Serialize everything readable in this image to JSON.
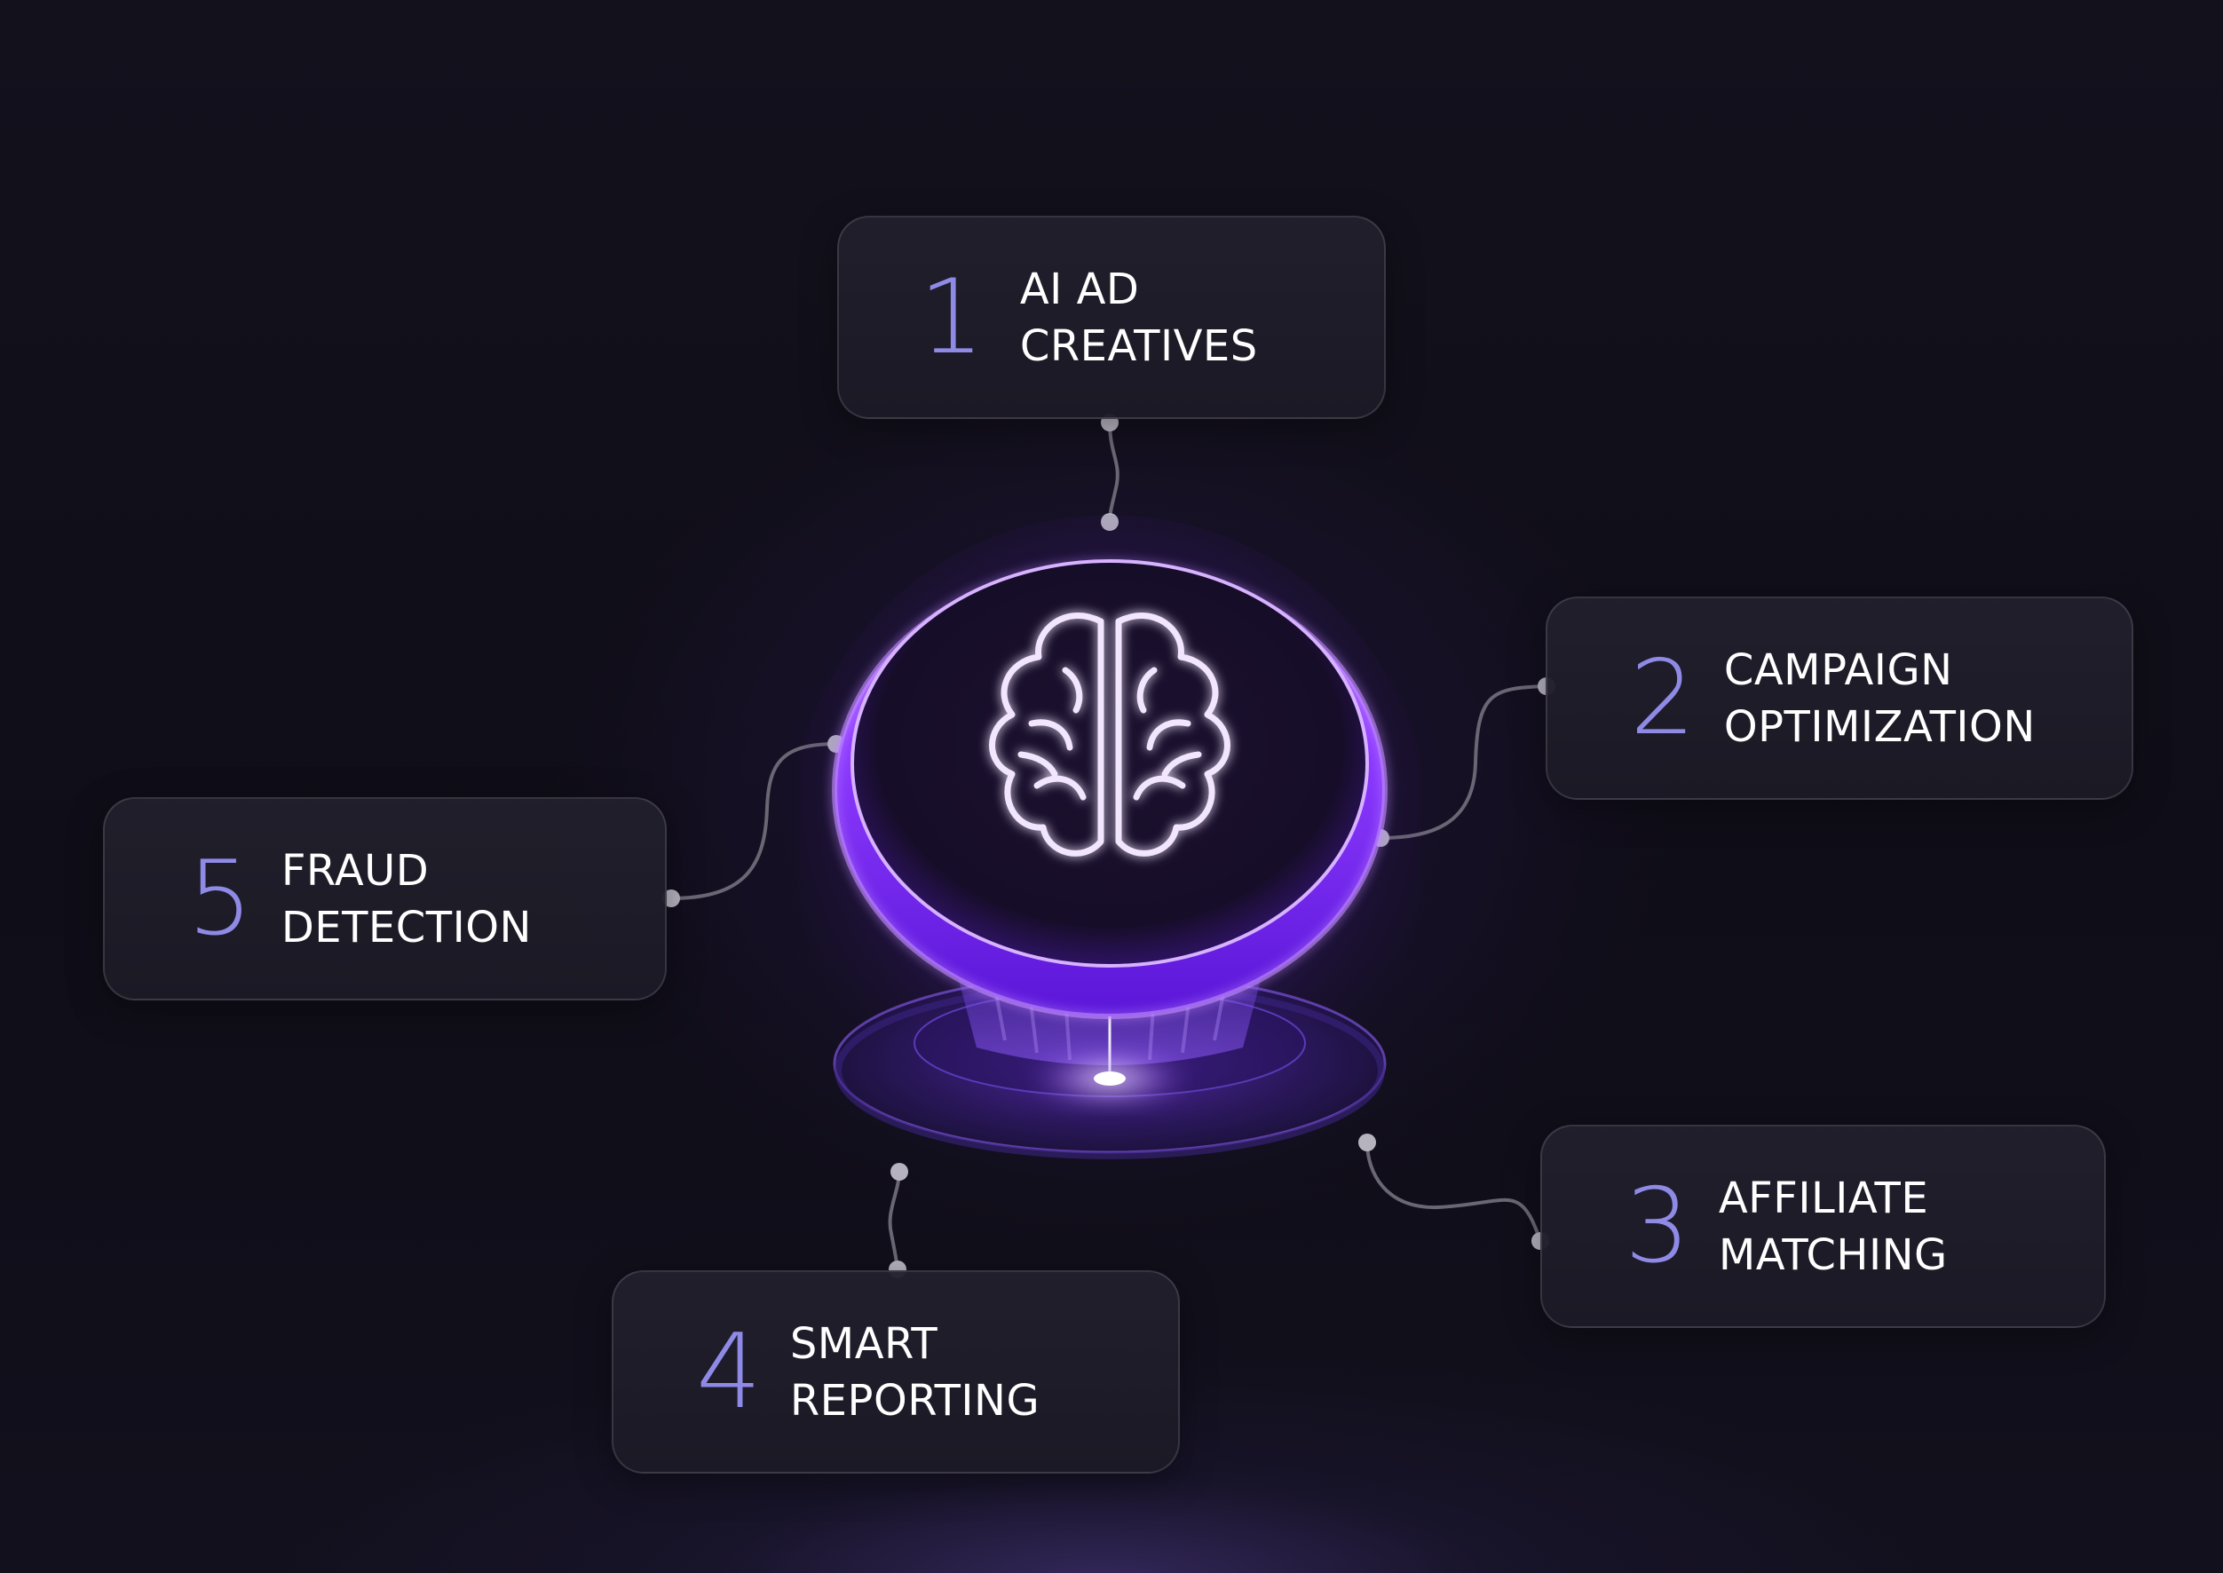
{
  "features": [
    {
      "number": "1",
      "label": "AI AD\nCREATIVES"
    },
    {
      "number": "2",
      "label": "CAMPAIGN\nOPTIMIZATION"
    },
    {
      "number": "3",
      "label": "AFFILIATE\nMATCHING"
    },
    {
      "number": "4",
      "label": "SMART\nREPORTING"
    },
    {
      "number": "5",
      "label": "FRAUD\nDETECTION"
    }
  ],
  "center": {
    "icon": "brain-icon"
  },
  "colors": {
    "background": "#100e18",
    "card": "#22202c",
    "accent_number": "#8f8ae6",
    "glow": "#8a3dff",
    "connector": "#6a6674",
    "node": "#b6b3bf"
  }
}
